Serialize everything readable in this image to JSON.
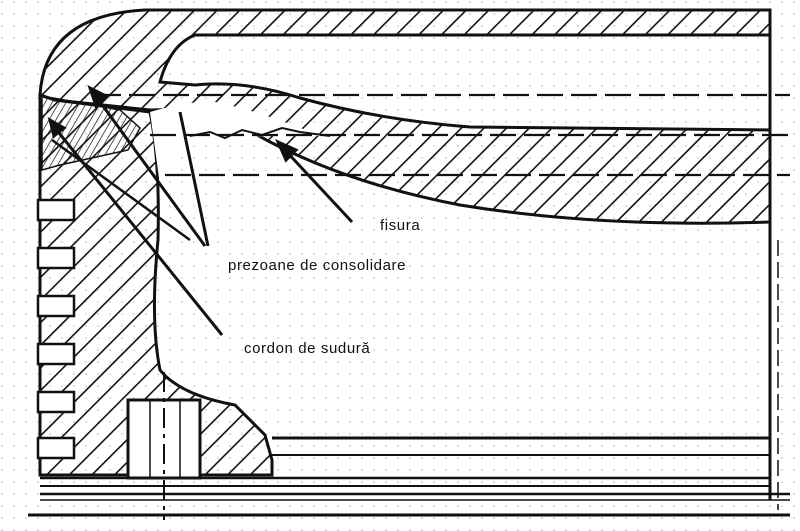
{
  "labels": {
    "fisura": "fisura",
    "prezoane": "prezoane de consolidare",
    "cordon": "cordon de sudură"
  },
  "colors": {
    "line": "#111111",
    "background": "#ffffff",
    "dots": "#c9c9c9"
  }
}
